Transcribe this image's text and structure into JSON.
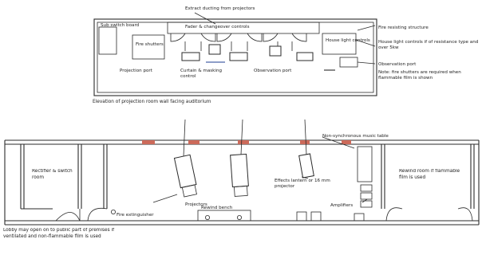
{
  "elevation": {
    "extract_ducting": "Extract ducting from projectors",
    "sub_switch_board": "Sub switch board",
    "fader": "Fader & changeover controls",
    "fire_resisting": "Fire resisting structure",
    "fire_shutters": "Fire shutters",
    "house_light_controls": "House light controls",
    "house_light_note": "House light controls if of resistance type and over 5kw",
    "observation_port_right": "Observation port",
    "note": "Note: fire shutters are required when flammable film is shown",
    "projection_port": "Projection port",
    "curtain": "Curtain & masking control",
    "observation_port": "Observation port",
    "caption": "Elevation of projection room wall facing auditorium"
  },
  "plan": {
    "non_synchronous": "Non-synchronous music table",
    "rectifier": "Rectifier & switch room",
    "rewind_room": "Rewind room if flammable film is used",
    "effects_lantern": "Effects lantern or 16 mm projector",
    "projectors": "Projectors",
    "amplifiers": "Amplifiers",
    "fire_extinguisher": "Fire extinguisher",
    "rewind_bench": "Rewind bench",
    "lobby_note": "Lobby may open on to public part of premises if ventilated and non-flammable film is used"
  }
}
